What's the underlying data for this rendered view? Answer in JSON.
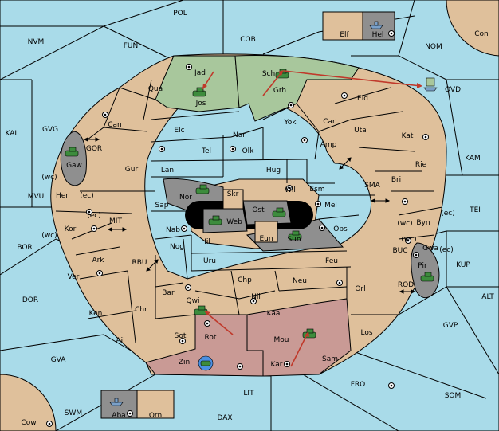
{
  "map": {
    "colors": {
      "sea": "#a9dbe9",
      "land": "#dfc09b",
      "power_green": "#a8c79c",
      "power_red": "#c99a95",
      "power_grey": "#8f8f8f",
      "order": "#c0392b"
    },
    "labels": {
      "POL": "POL",
      "NVM": "NVM",
      "FUN": "FUN",
      "COB": "COB",
      "NOM": "NOM",
      "Con": "Con",
      "Elf": "Elf",
      "Hel": "Hel",
      "OVD": "OVD",
      "KAL": "KAL",
      "GVG": "GVG",
      "GOR": "GOR",
      "Gaw": "Gaw",
      "wc1": "(wc)",
      "Her": "Her",
      "ec1": "(ec)",
      "MVU": "MVU",
      "ec2": "(ec)",
      "MIT": "MIT",
      "wc2": "(wc)",
      "Kor": "Kor",
      "BOR": "BOR",
      "Ark": "Ark",
      "RBU": "RBU",
      "Ver": "Ver",
      "DOR": "DOR",
      "Ken": "Ken",
      "Chr": "Chr",
      "Ail": "Ail",
      "GVA": "GVA",
      "Cow": "Cow",
      "SWM": "SWM",
      "Aba": "Aba",
      "Orn": "Orn",
      "LIT": "LIT",
      "DAX": "DAX",
      "Jad": "Jad",
      "Qua": "Qua",
      "Jos": "Jos",
      "Sch": "Sch",
      "Grh": "Grh",
      "Can": "Can",
      "Elc": "Elc",
      "Yok": "Yok",
      "Car": "Car",
      "Eld": "Eld",
      "Uta": "Uta",
      "Kat": "Kat",
      "KAM": "KAM",
      "Nar": "Nar",
      "Tel": "Tel",
      "Olk": "Olk",
      "Amp": "Amp",
      "Gur": "Gur",
      "Lan": "Lan",
      "Hug": "Hug",
      "Rie": "Rie",
      "Bri": "Bri",
      "SMA": "SMA",
      "Wil": "Wil",
      "Esm": "Esm",
      "Nor": "Nor",
      "Skr": "Skr",
      "Sap": "Sap",
      "Ost": "Ost",
      "Web": "Web",
      "Mel": "Mel",
      "wc3": "(wc)",
      "Byn": "Byn",
      "ec3": "(ec)",
      "TEI": "TEI",
      "Nab": "Nab",
      "Eun": "Eun",
      "Sun": "Sun",
      "Obs": "Obs",
      "wc4": "(wc)",
      "Gwa": "Gwa",
      "ec4": "(ec)",
      "Hil": "Hil",
      "Nog": "Nog",
      "Uru": "Uru",
      "Feu": "Feu",
      "BUC": "BUC",
      "Pir": "Pir",
      "KUP": "KUP",
      "Chp": "Chp",
      "Neu": "Neu",
      "Bar": "Bar",
      "Qwi": "Qwi",
      "Nil": "Nil",
      "Orl": "Orl",
      "ROD": "ROD",
      "ALT": "ALT",
      "Kaa": "Kaa",
      "Rot": "Rot",
      "Sot": "Sot",
      "Mou": "Mou",
      "Los": "Los",
      "GVP": "GVP",
      "Zin": "Zin",
      "Kar": "Kar",
      "Sam": "Sam",
      "FRO": "FRO",
      "SOM": "SOM"
    }
  }
}
